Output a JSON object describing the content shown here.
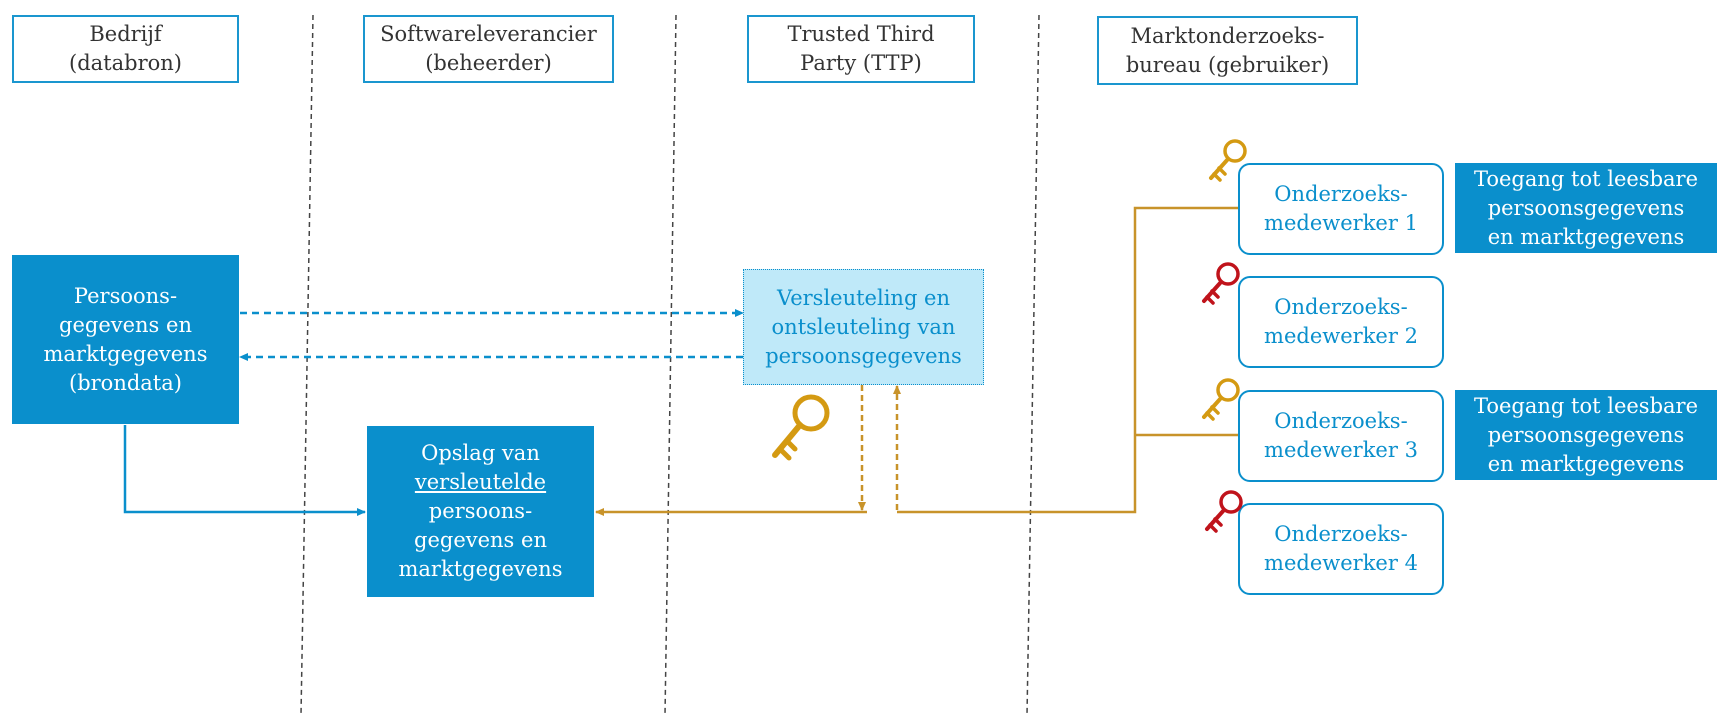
{
  "columns": [
    {
      "label": "Bedrijf\n(databron)"
    },
    {
      "label": "Softwareleverancier\n(beheerder)"
    },
    {
      "label": "Trusted Third\nParty (TTP)"
    },
    {
      "label": "Marktonderzoeks-\nbureau (gebruiker)"
    }
  ],
  "source_box": {
    "label": "Persoons-\ngegevens en\nmarktgegevens\n(brondata)"
  },
  "storage_box": {
    "line1": "Opslag van",
    "underlined": "versleutelde",
    "line3": "persoons-\ngegevens en\nmarktgegevens"
  },
  "ttp_box": {
    "label": "Versleuteling en\nontsleuteling van\npersoonsgegevens"
  },
  "workers": [
    {
      "label": "Onderzoeks-\nmedewerker 1",
      "key": "gold-key-icon"
    },
    {
      "label": "Onderzoeks-\nmedewerker 2",
      "key": "red-key-icon"
    },
    {
      "label": "Onderzoeks-\nmedewerker 3",
      "key": "gold-key-icon"
    },
    {
      "label": "Onderzoeks-\nmedewerker 4",
      "key": "red-key-icon"
    }
  ],
  "access_labels": [
    {
      "label": "Toegang tot leesbare\npersoonsgegevens\nen marktgegevens"
    },
    {
      "label": "Toegang tot leesbare\npersoonsgegevens\nen marktgegevens"
    }
  ],
  "colors": {
    "blue": "#0a8fcc",
    "light_blue": "#bfe9f9",
    "gold": "#c8932a",
    "key_gold": "#d49a12",
    "key_red": "#c0131b",
    "divider": "#444444"
  }
}
